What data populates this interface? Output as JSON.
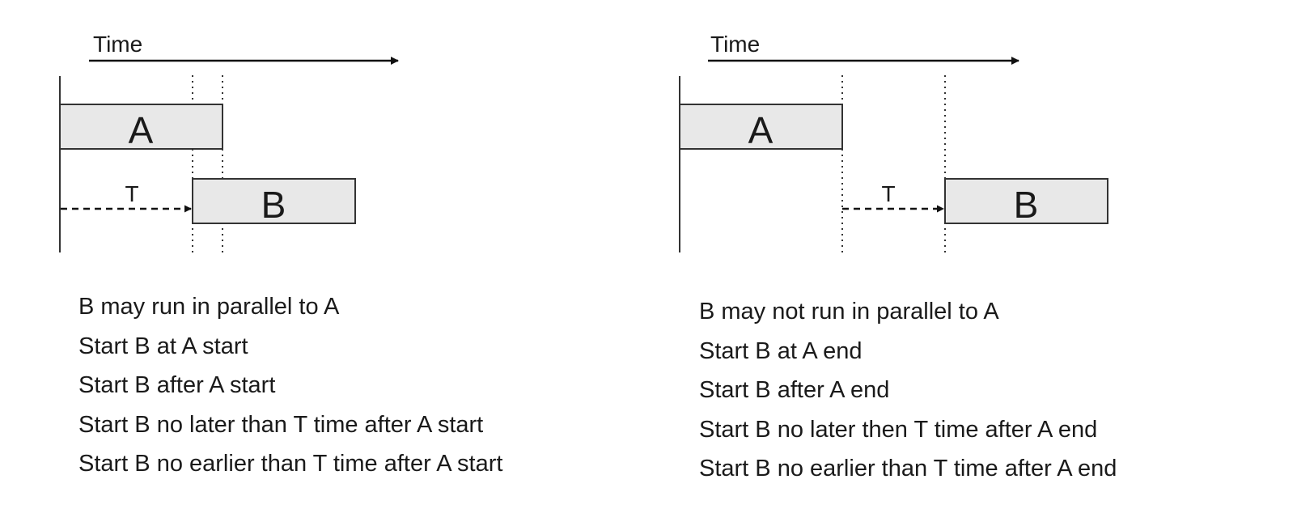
{
  "left_panel": {
    "time_label": "Time",
    "box_a_label": "A",
    "box_b_label": "B",
    "delay_label": "T",
    "captions": [
      "B may run in parallel to A",
      "Start B at A start",
      "Start B after A start",
      "Start B no later than T time after A start",
      "Start B no earlier than T time after A start"
    ]
  },
  "right_panel": {
    "time_label": "Time",
    "box_a_label": "A",
    "box_b_label": "B",
    "delay_label": "T",
    "captions": [
      "B may not run in parallel to A",
      "Start B at A end",
      "Start B after A end",
      "Start B no later then T time after A end",
      "Start B no earlier than T time after A end"
    ]
  },
  "colors": {
    "box_fill": "#e8e8e8",
    "stroke": "#333333",
    "text": "#1a1a1a"
  }
}
